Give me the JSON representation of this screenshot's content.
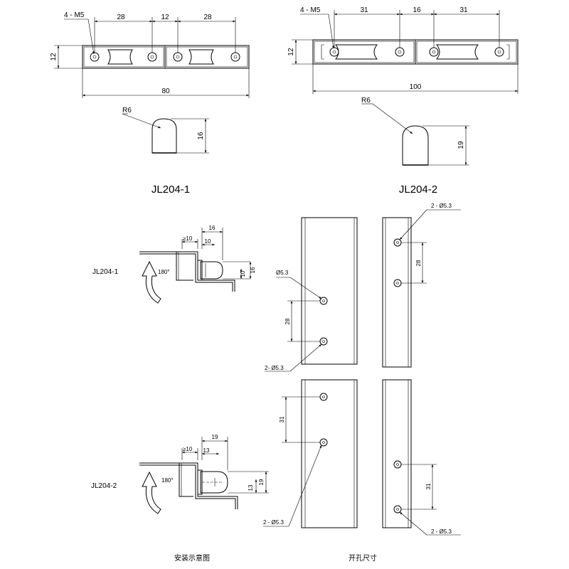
{
  "top_left": {
    "holes_label": "4 - M5",
    "dim_a": "28",
    "dim_b": "12",
    "dim_c": "28",
    "height": "12",
    "length": "80",
    "radius": "R6",
    "side_height": "16",
    "model": "JL204-1"
  },
  "top_right": {
    "holes_label": "4 - M5",
    "dim_a": "31",
    "dim_b": "16",
    "dim_c": "31",
    "height": "12",
    "length": "100",
    "radius": "R6",
    "side_height": "19",
    "model": "JL204-2"
  },
  "install_1": {
    "model": "JL204-1",
    "gap": "≥10",
    "width_outer": "16",
    "width_inner": "10",
    "height_inner": "10",
    "height_outer": "16",
    "angle": "180°"
  },
  "install_2": {
    "model": "JL204-2",
    "gap": "≥10",
    "width_outer": "19",
    "width_inner": "13",
    "height_inner": "13",
    "height_outer": "19",
    "angle": "180°"
  },
  "cutout_1": {
    "left_hole": "Ø5.3",
    "left_pitch": "28",
    "left_holes_count": "2- Ø5.3",
    "right_holes_count": "2 - Ø5.3",
    "right_pitch": "28"
  },
  "cutout_2": {
    "left_pitch": "31",
    "left_holes_count": "2 - Ø5.3",
    "right_pitch": "31",
    "right_holes_count": "2 - Ø5.3"
  },
  "captions": {
    "install": "安装示意图",
    "cutout": "开孔尺寸"
  }
}
